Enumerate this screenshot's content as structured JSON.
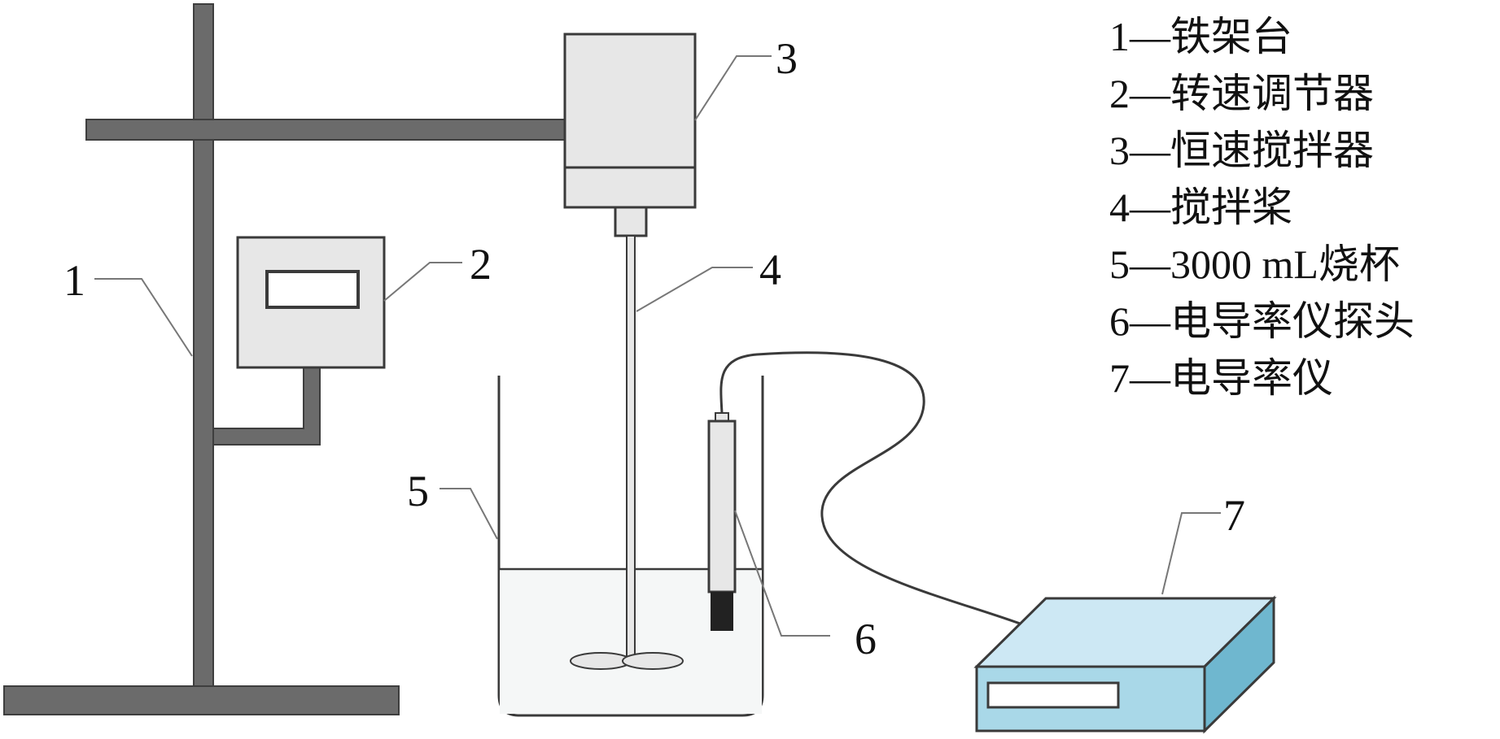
{
  "callouts": {
    "c1": "1",
    "c2": "2",
    "c3": "3",
    "c4": "4",
    "c5": "5",
    "c6": "6",
    "c7": "7"
  },
  "legend": [
    "1—铁架台",
    "2—转速调节器",
    "3—恒速搅拌器",
    "4—搅拌桨",
    "5—3000 mL烧杯",
    "6—电导率仪探头",
    "7—电导率仪"
  ],
  "colors": {
    "stand": "#6b6b6b",
    "stand_edge": "#3e3e3e",
    "box_fill": "#e7e7e7",
    "box_edge": "#3a3a3a",
    "meter_top": "#cde8f4",
    "meter_front": "#a9d8e8",
    "meter_side": "#6fb7cf",
    "probe_tip": "#222222",
    "leader": "#777777"
  }
}
